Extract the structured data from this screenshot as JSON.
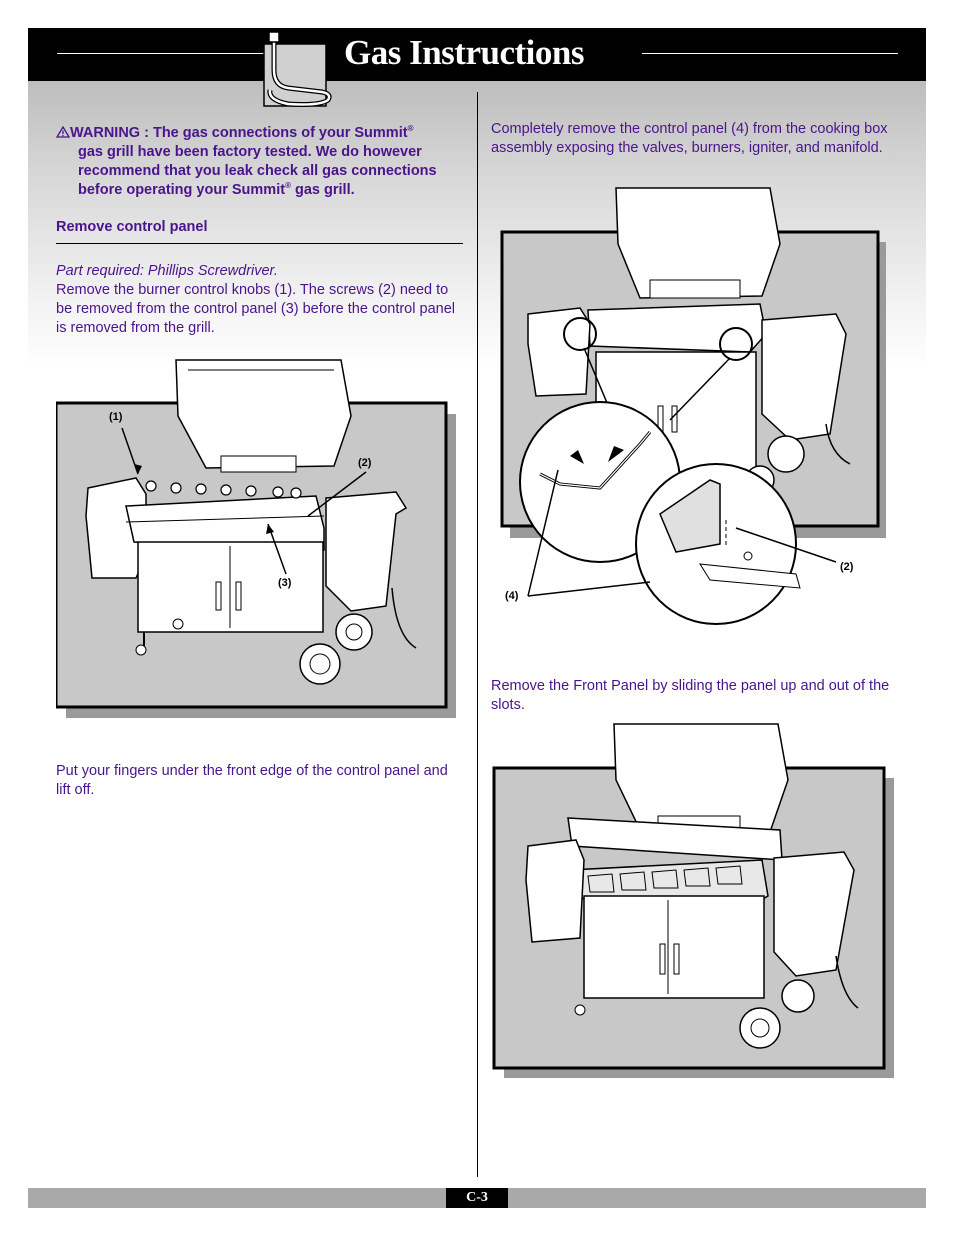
{
  "header": {
    "title": "Gas  Instructions"
  },
  "warning": {
    "icon": "warning-triangle-icon",
    "line1": "WARNING : The gas connections of your Summit",
    "reg": "®",
    "line2": "gas grill have been factory tested. We do however",
    "line3": "recommend that you leak check all gas connections",
    "line4_before": "before operating your Summit",
    "line4_after": " gas grill."
  },
  "left_column": {
    "heading": "Remove control panel",
    "part_required": "Part required: Phillips Screwdriver.",
    "instruction": "Remove the burner control knobs (1). The screws (2) need to be removed from the control panel (3) before the control panel is removed from the grill.",
    "callouts": {
      "one": "(1)",
      "two": "(2)",
      "three": "(3)"
    },
    "fingers_instruction": "Put your fingers under the front edge of the control panel and lift off."
  },
  "right_column": {
    "remove_instruction": "Completely remove the control panel (4) from the cooking box assembly exposing the valves, burners, igniter, and manifold.",
    "callouts": {
      "four": "(4)",
      "two": "(2)"
    },
    "front_panel_instruction": "Remove the Front Panel by sliding the panel up and out of the slots."
  },
  "footer": {
    "page_number": "C-3"
  },
  "colors": {
    "body_text": "#4a148c",
    "header_bg": "#000000",
    "footer_bg": "#a9a9a9"
  }
}
